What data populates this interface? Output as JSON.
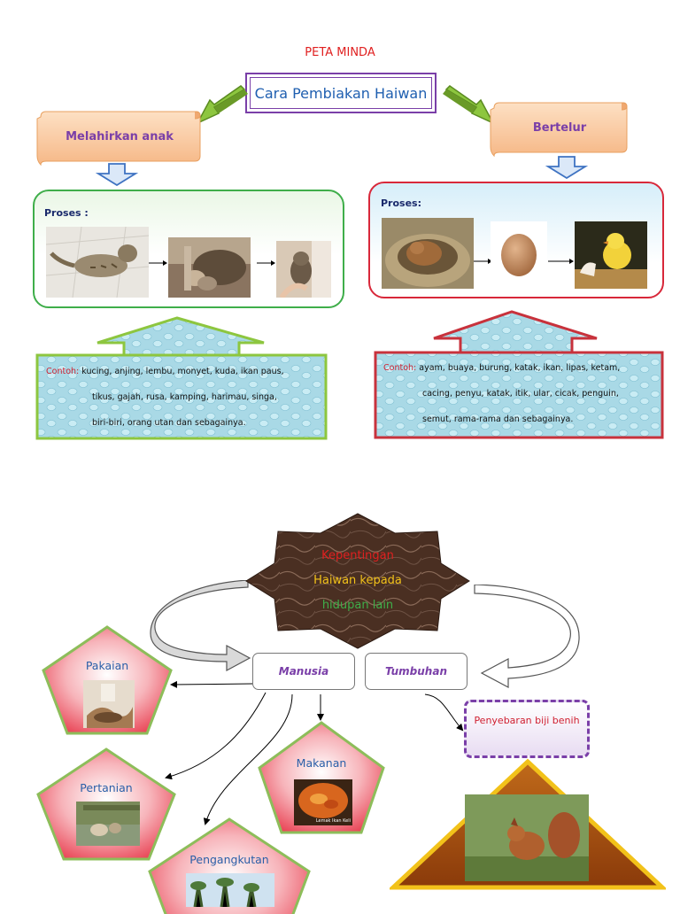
{
  "top": {
    "heading": "PETA MINDA",
    "title": "Cara Pembiakan Haiwan",
    "left_branch": {
      "label": "Melahirkan anak",
      "proses_label": "Proses :",
      "contoh_label": "Contoh:",
      "contoh_lines": [
        "kucing, anjing, lembu, monyet, kuda, ikan paus,",
        "tikus, gajah, rusa, kamping, harimau, singa,",
        "biri-biri, orang utan dan sebagainya."
      ]
    },
    "right_branch": {
      "label": "Bertelur",
      "proses_label": "Proses:",
      "contoh_label": "Contoh:",
      "contoh_lines": [
        "ayam, buaya, burung, katak, ikan, lipas, ketam,",
        "cacing, penyu, katak, itik, ular, cicak, penguin,",
        "semut, rama-rama dan sebagainya."
      ]
    }
  },
  "bottom": {
    "hub_lines": [
      "Kepentingan",
      "Haiwan kepada",
      "hidupan lain"
    ],
    "manusia": "Manusia",
    "tumbuhan": "Tumbuhan",
    "pakaian": "Pakaian",
    "pertanian": "Pertanian",
    "pengangkutan": "Pengangkutan",
    "makanan": "Makanan",
    "makanan_caption": "Lemak Ikan Keli",
    "penyebaran": "Penyebaran biji benih"
  },
  "colors": {
    "title_red": "#e02020",
    "accent_purple": "#7a3fa8",
    "title_blue": "#1f5fb0",
    "green_border": "#3fae4a",
    "red_border": "#d8283a",
    "arrow_green": "#7cae2e",
    "scroll_fill": "#fcd0a8"
  },
  "icons": [
    "green-3d-arrow-icon",
    "blue-down-arrow-icon",
    "curved-arrow-icon"
  ]
}
